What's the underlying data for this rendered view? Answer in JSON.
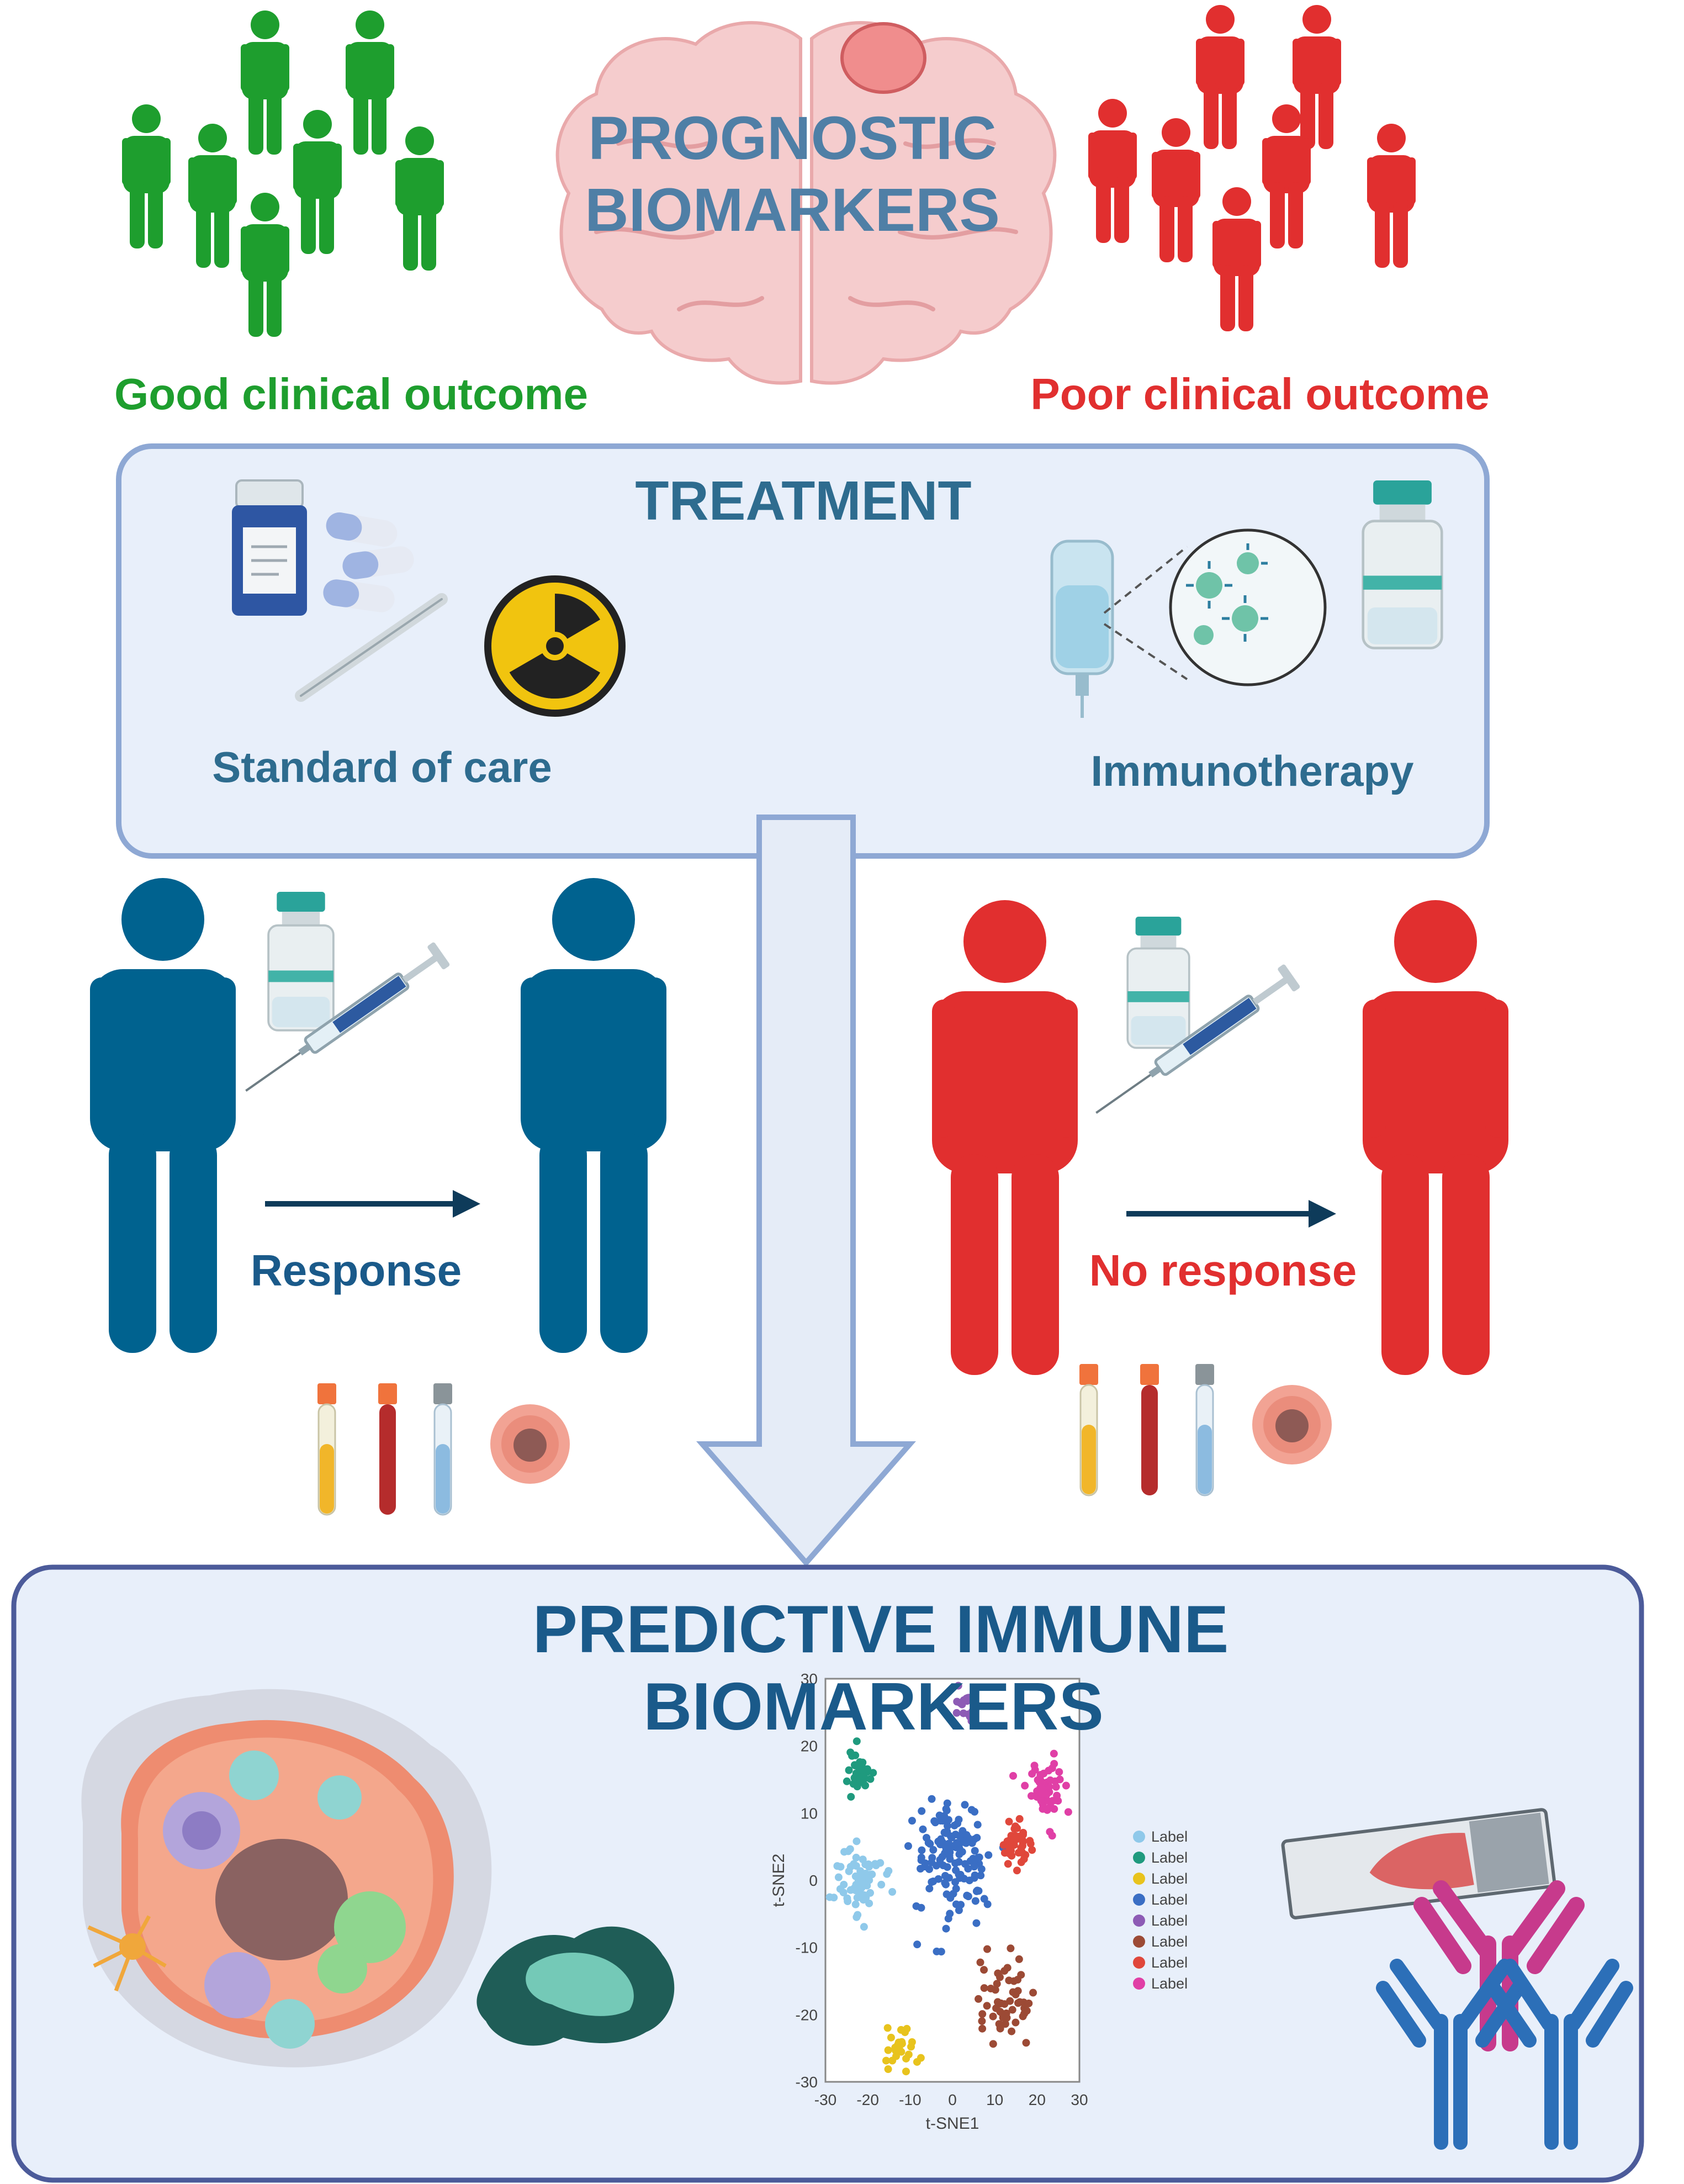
{
  "prognostic": {
    "title_line1": "PROGNOSTIC",
    "title_line2": "BIOMARKERS",
    "good_label": "Good clinical outcome",
    "poor_label": "Poor clinical outcome"
  },
  "treatment": {
    "title": "TREATMENT",
    "standard_label": "Standard of care",
    "immuno_label": "Immunotherapy"
  },
  "response": {
    "response_label": "Response",
    "no_response_label": "No response"
  },
  "predictive": {
    "title_line1": "PREDICTIVE IMMUNE",
    "title_line2": "BIOMARKERS"
  },
  "tsne": {
    "xlabel": "t-SNE1",
    "ylabel": "t-SNE2",
    "xticks": [
      "-30",
      "-20",
      "-10",
      "0",
      "10",
      "20",
      "30"
    ],
    "yticks": [
      "30",
      "20",
      "10",
      "0",
      "-10",
      "-20",
      "-30"
    ],
    "legend": [
      "Label",
      "Label",
      "Label",
      "Label",
      "Label",
      "Label",
      "Label",
      "Label"
    ]
  },
  "colors": {
    "good": "#1e9e2e",
    "poor": "#e12f2f",
    "dark_blue": "#1a5a8a",
    "patient_blue": "#00628f",
    "box_fill": "#e8effa",
    "box_stroke": "#8ea8d4",
    "arrow_fill": "#e5ecf7",
    "arrow_stroke": "#8ea8d4",
    "tsne_clusters": [
      "#8fc9ea",
      "#1f9a7e",
      "#e8c31d",
      "#3a6ec4",
      "#8d5bb5",
      "#9c4a35",
      "#e0473b",
      "#e03fa6"
    ]
  },
  "chart_data": {
    "type": "scatter",
    "xlabel": "t-SNE1",
    "ylabel": "t-SNE2",
    "xlim": [
      -30,
      30
    ],
    "ylim": [
      -30,
      30
    ],
    "legend_labels": [
      "Label",
      "Label",
      "Label",
      "Label",
      "Label",
      "Label",
      "Label",
      "Label"
    ],
    "series": [
      {
        "name": "Label",
        "center": [
          -22,
          0
        ],
        "spread": 5,
        "count": 70
      },
      {
        "name": "Label",
        "center": [
          -22,
          17
        ],
        "spread": 3,
        "count": 35
      },
      {
        "name": "Label",
        "center": [
          -12,
          -25
        ],
        "spread": 3,
        "count": 30
      },
      {
        "name": "Label",
        "center": [
          0,
          3
        ],
        "spread": 8,
        "count": 140
      },
      {
        "name": "Label",
        "center": [
          3,
          26
        ],
        "spread": 2.5,
        "count": 20
      },
      {
        "name": "Label",
        "center": [
          12,
          -18
        ],
        "spread": 6,
        "count": 55
      },
      {
        "name": "Label",
        "center": [
          15,
          5
        ],
        "spread": 3,
        "count": 40
      },
      {
        "name": "Label",
        "center": [
          22,
          14
        ],
        "spread": 4,
        "count": 60
      }
    ]
  }
}
